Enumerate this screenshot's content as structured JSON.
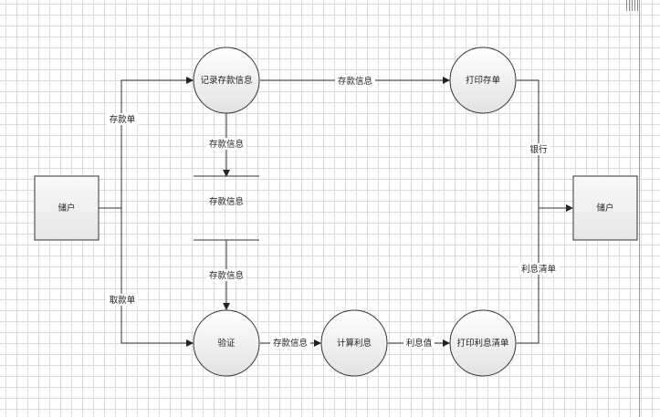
{
  "entities": {
    "depositor_left": "储户",
    "depositor_right": "储户"
  },
  "processes": {
    "record_deposit": "记录存款信息",
    "print_receipt": "打印存单",
    "verify": "验证",
    "calc_interest": "计算利息",
    "print_interest_list": "打印利息清单"
  },
  "datastore": {
    "deposit_info": "存款信息"
  },
  "flows": {
    "deposit_slip": "存款单",
    "withdraw_slip": "取款单",
    "record_to_print": "存款信息",
    "record_to_store": "存款信息",
    "store_to_verify": "存款信息",
    "verify_to_calc": "存款信息",
    "interest_value": "利息值",
    "bank": "银行",
    "interest_list": "利息清单"
  }
}
